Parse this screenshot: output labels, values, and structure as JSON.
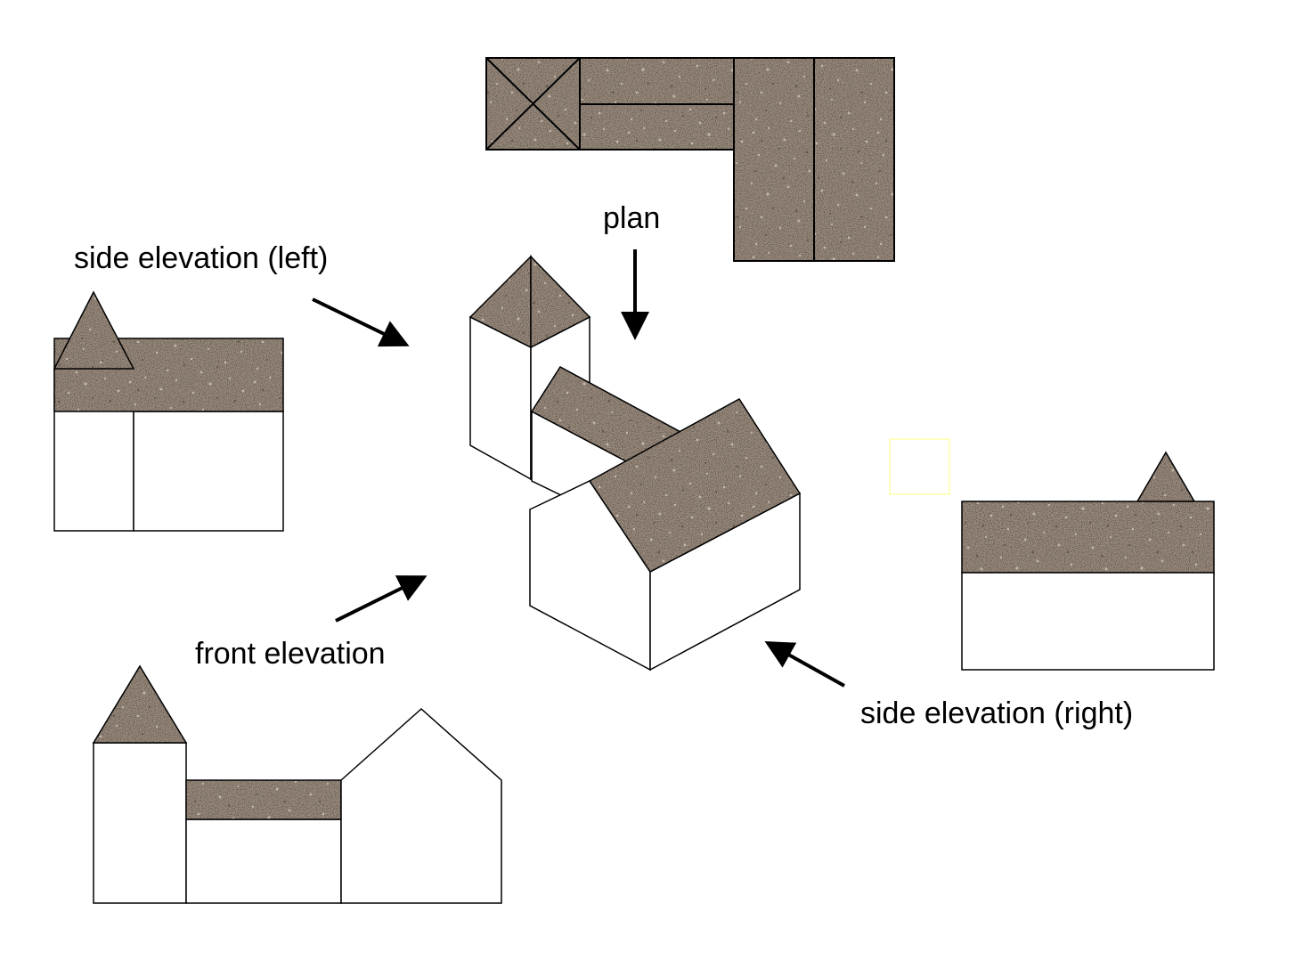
{
  "labels": {
    "plan": "plan",
    "side_left": "side elevation (left)",
    "front": "front elevation",
    "side_right": "side elevation (right)"
  },
  "colors": {
    "roof_base": "#9a8b7d",
    "roof_light": "#d8cfc6",
    "roof_dark": "#4e4238",
    "wall": "#ffffff",
    "outline": "#000000",
    "marker_border": "#ffffaa"
  },
  "texture": "granite-gravel"
}
